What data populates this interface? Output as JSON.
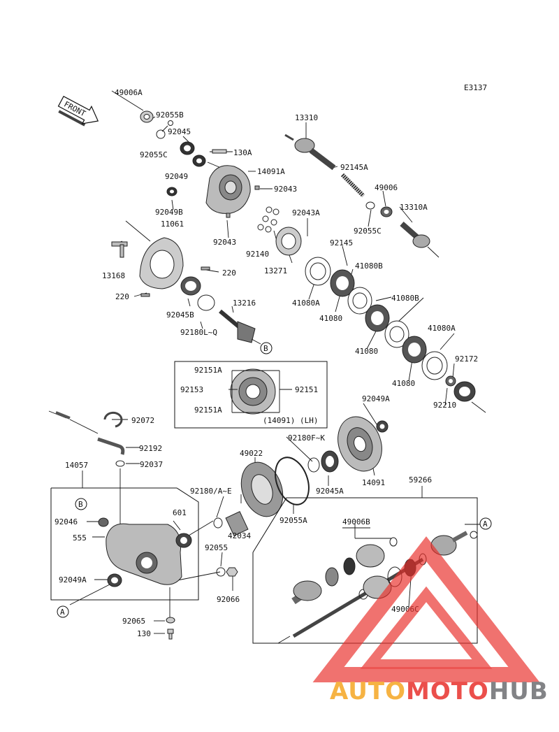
{
  "diagram_code": "E3137",
  "front_label": "FRONT",
  "labels": [
    {
      "id": "49006A",
      "text": "49006A"
    },
    {
      "id": "92055B",
      "text": "92055B"
    },
    {
      "id": "92045-top",
      "text": "92045"
    },
    {
      "id": "92055C-top",
      "text": "92055C"
    },
    {
      "id": "130A",
      "text": "130A"
    },
    {
      "id": "92049",
      "text": "92049"
    },
    {
      "id": "14091A",
      "text": "14091A"
    },
    {
      "id": "92043-a",
      "text": "92043"
    },
    {
      "id": "92049B",
      "text": "92049B"
    },
    {
      "id": "11061",
      "text": "11061"
    },
    {
      "id": "92043-b",
      "text": "92043"
    },
    {
      "id": "13168",
      "text": "13168"
    },
    {
      "id": "220-a",
      "text": "220"
    },
    {
      "id": "220-b",
      "text": "220"
    },
    {
      "id": "92045B",
      "text": "92045B"
    },
    {
      "id": "13216",
      "text": "13216"
    },
    {
      "id": "92180LQ",
      "text": "92180L~Q"
    },
    {
      "id": "13310",
      "text": "13310"
    },
    {
      "id": "92145A",
      "text": "92145A"
    },
    {
      "id": "49006",
      "text": "49006"
    },
    {
      "id": "13310A",
      "text": "13310A"
    },
    {
      "id": "92055C-mid",
      "text": "92055C"
    },
    {
      "id": "92043A",
      "text": "92043A"
    },
    {
      "id": "92140",
      "text": "92140"
    },
    {
      "id": "13271",
      "text": "13271"
    },
    {
      "id": "92145",
      "text": "92145"
    },
    {
      "id": "41080B-a",
      "text": "41080B"
    },
    {
      "id": "41080A-a",
      "text": "41080A"
    },
    {
      "id": "41080-a",
      "text": "41080"
    },
    {
      "id": "41080B-b",
      "text": "41080B"
    },
    {
      "id": "41080-b",
      "text": "41080"
    },
    {
      "id": "41080A-b",
      "text": "41080A"
    },
    {
      "id": "92172",
      "text": "92172"
    },
    {
      "id": "41080-c",
      "text": "41080"
    },
    {
      "id": "92210",
      "text": "92210"
    },
    {
      "id": "92151A-top",
      "text": "92151A"
    },
    {
      "id": "92153",
      "text": "92153"
    },
    {
      "id": "92151",
      "text": "92151"
    },
    {
      "id": "92151A-bot",
      "text": "92151A"
    },
    {
      "id": "14091LH",
      "text": "(14091) (LH)"
    },
    {
      "id": "92072",
      "text": "92072"
    },
    {
      "id": "92192",
      "text": "92192"
    },
    {
      "id": "14057",
      "text": "14057"
    },
    {
      "id": "92037",
      "text": "92037"
    },
    {
      "id": "49022",
      "text": "49022"
    },
    {
      "id": "92180FK",
      "text": "92180F~K"
    },
    {
      "id": "92049A-top",
      "text": "92049A"
    },
    {
      "id": "14091",
      "text": "14091"
    },
    {
      "id": "92045A",
      "text": "92045A"
    },
    {
      "id": "92180AE",
      "text": "92180/A~E"
    },
    {
      "id": "601",
      "text": "601"
    },
    {
      "id": "42034",
      "text": "42034"
    },
    {
      "id": "92055A",
      "text": "92055A"
    },
    {
      "id": "59266",
      "text": "59266"
    },
    {
      "id": "92046",
      "text": "92046"
    },
    {
      "id": "555",
      "text": "555"
    },
    {
      "id": "92055-bot",
      "text": "92055"
    },
    {
      "id": "92049A-bot",
      "text": "92049A"
    },
    {
      "id": "92066",
      "text": "92066"
    },
    {
      "id": "49006B",
      "text": "49006B"
    },
    {
      "id": "49006C",
      "text": "49006C"
    },
    {
      "id": "92065",
      "text": "92065"
    },
    {
      "id": "130",
      "text": "130"
    }
  ],
  "callouts": [
    {
      "id": "B-top",
      "text": "B"
    },
    {
      "id": "B-left",
      "text": "B"
    },
    {
      "id": "A-left",
      "text": "A"
    },
    {
      "id": "A-right",
      "text": "A"
    }
  ],
  "watermark": {
    "part1": "AUTO",
    "part2": "MOTO",
    "part3": "HUB",
    "color_orange": "#f5a623",
    "color_red": "#e8312c",
    "color_gray": "#6d6e71"
  }
}
